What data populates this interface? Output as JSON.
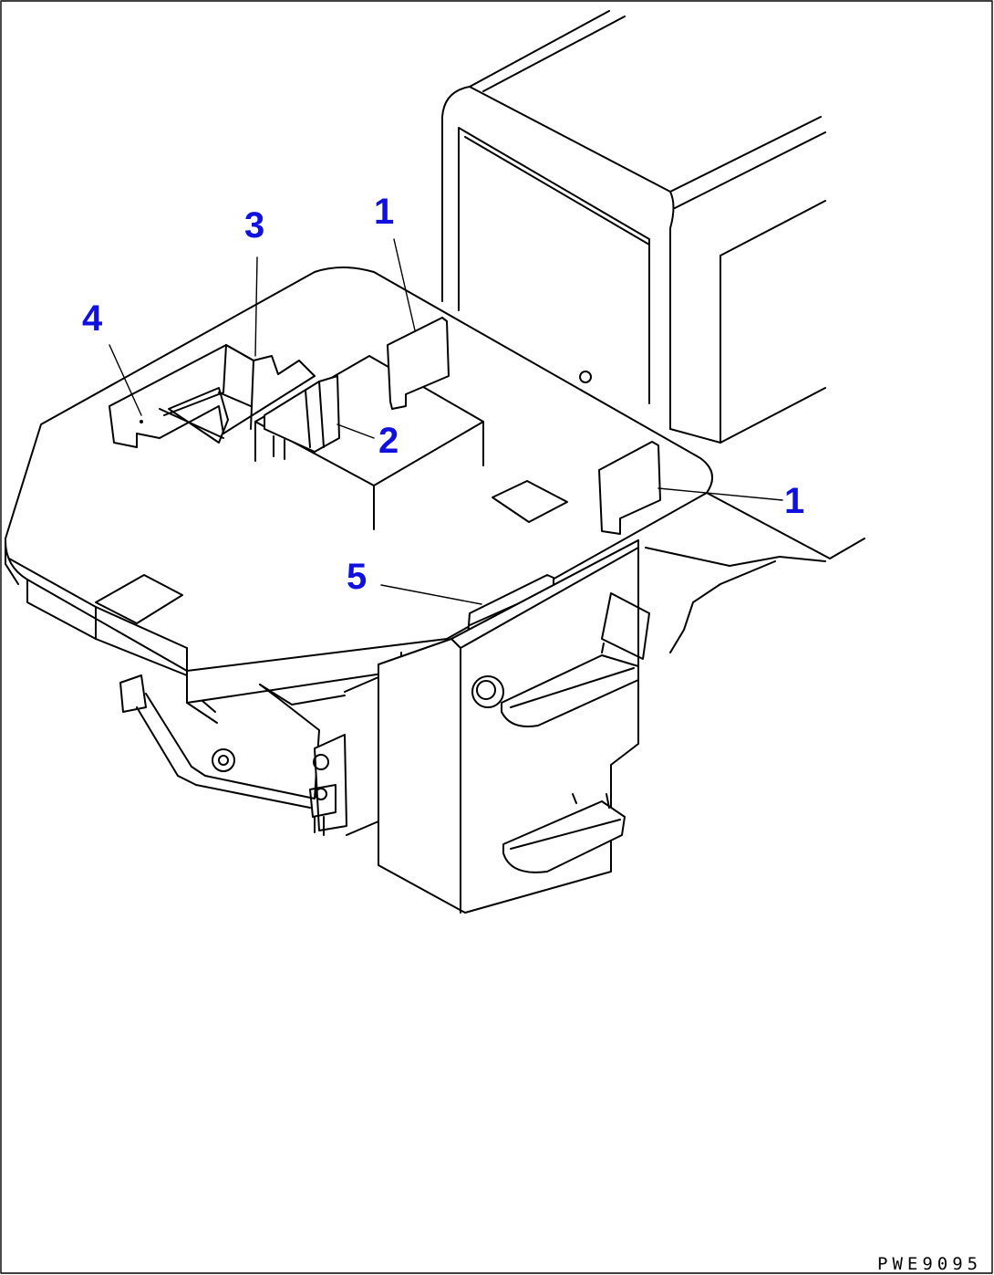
{
  "diagram": {
    "callouts": [
      {
        "id": "callout-1-upper",
        "label": "1"
      },
      {
        "id": "callout-1-right",
        "label": "1"
      },
      {
        "id": "callout-2",
        "label": "2"
      },
      {
        "id": "callout-3",
        "label": "3"
      },
      {
        "id": "callout-4",
        "label": "4"
      },
      {
        "id": "callout-5",
        "label": "5"
      }
    ],
    "figure_code": "PWE9095",
    "colors": {
      "callout": "#1010e0",
      "line": "#000000",
      "background": "#ffffff"
    }
  }
}
